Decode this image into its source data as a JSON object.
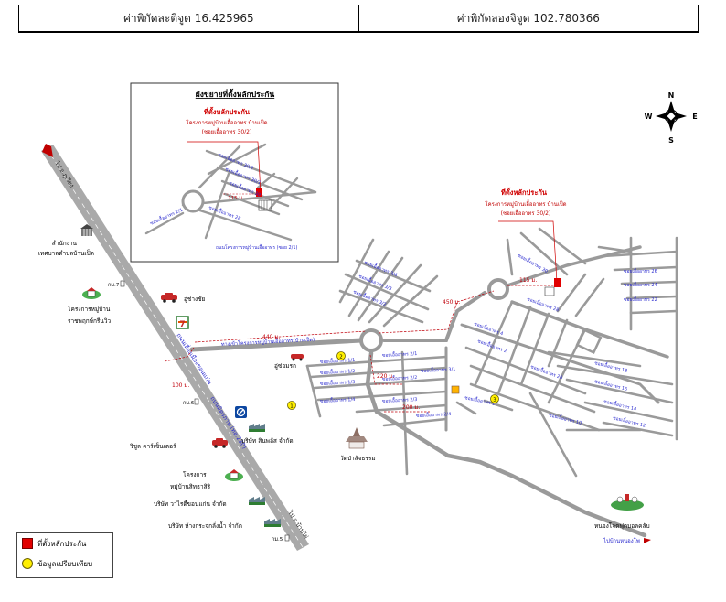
{
  "coords": {
    "latitude": "ค่าพิกัดละติจูด 16.425965",
    "longitude": "ค่าพิกัดลองจิจูด 102.780366"
  },
  "inset": {
    "title": "ผังขยายที่ตั้งหลักประกัน",
    "site_label": "ที่ตั้งหลักประกัน",
    "project": "โครงการหมู่บ้านเอื้ออาทร บ้านเป็ด",
    "soi": "(ซอยเอื้ออาทร 30/2)",
    "distance": "115 ม.",
    "main_road": "ถนนโครงการหมู่บ้านเอื้ออาทร (ซอย 2/1)",
    "soi_labels": [
      "ซอยเอื้ออาทร 30/2",
      "ซอยเอื้ออาทร 30/1",
      "ซอยเอื้ออาทร 30",
      "ซอยเอื้ออาทร 28",
      "ซอยเอื้ออาทร 2/1"
    ]
  },
  "compass": {
    "n": "N",
    "s": "S",
    "e": "E",
    "w": "W"
  },
  "site": {
    "label": "ที่ตั้งหลักประกัน",
    "project": "โครงการหมู่บ้านเอื้ออาทร บ้านเป็ด",
    "soi": "(ซอยเอื้ออาทร 30/2)",
    "distance": "115 ม."
  },
  "roads": {
    "highway_north": "ไป อ.ภูเวียง",
    "highway_south": "ไป อ.บ้านไผ่",
    "highway_name": "ถนนมิตรภาพ (ทล.230)",
    "bypass_name": "ถนนเลี่ยงเมืองขอนแก่น",
    "access_road": "ทางเข้าโครงการหมู่บ้านเอื้ออาทร(บ้านเป็ด)",
    "bottom_road": "ไปบ้านหนองโพ",
    "soi_labels": [
      "ซอยเอื้ออาทร 3/4",
      "ซอยเอื้ออาทร 3/3",
      "ซอยเอื้ออาทร 3/2",
      "ซอยเอื้ออาทร 3/1",
      "ซอยเอื้ออาทร 2/4",
      "ซอยเอื้ออาทร 2/3",
      "ซอยเอื้ออาทร 2/2",
      "ซอยเอื้ออาทร 2/1",
      "ซอยเอื้ออาทร 1/4",
      "ซอยเอื้ออาทร 1/3",
      "ซอยเอื้ออาทร 1/2",
      "ซอยเอื้ออาทร 1/1",
      "ซอยเอื้ออาทร 30",
      "ซอยเอื้ออาทร 28",
      "ซอยเอื้ออาทร 26",
      "ซอยเอื้ออาทร 24",
      "ซอยเอื้ออาทร 22",
      "ซอยเอื้ออาทร 20",
      "ซอยเอื้ออาทร 18",
      "ซอยเอื้ออาทร 16",
      "ซอยเอื้ออาทร 14",
      "ซอยเอื้ออาทร 12",
      "ซอยเอื้ออาทร 10",
      "ซอยเอื้ออาทร 4",
      "ซอยเอื้ออาทร 2",
      "ซอยเอื้ออาทร 1"
    ]
  },
  "distances": {
    "d440": "440 ม.",
    "d450": "450 ม.",
    "d100": "100 ม.",
    "d220": "220 ม.",
    "d200": "200 ม."
  },
  "landmarks": {
    "office_line1": "สำนักงาน",
    "office_line2": "เทศบาลตำบลบ้านเป็ด",
    "km7": "กม.7",
    "km6": "กม.6",
    "km5": "กม.5",
    "project_ratchapruek_1": "โครงการหมู่บ้าน",
    "project_ratchapruek_2": "ราชพฤกษ์กรีนวิว",
    "garage": "อู่ช่างชัย",
    "repair": "อู่ซ่อมรถ",
    "car_center": "วิชูล คาร์เซ็นเตอร์",
    "factory_sinphon": "บริษัท สินพลัส จำกัด",
    "project_sitthasiri_1": "โครงการ",
    "project_sitthasiri_2": "หมู่บ้านสิทธาสิริ",
    "company_variety": "บริษัท วาไรตี้ขอนแก่น จำกัด",
    "company_glass": "บริษัท ห้างกระจกลั่งน้ำ จำกัด",
    "temple": "วัดป่าสัจธรรม",
    "football": "หนองโจดฟุตบอลคลับ",
    "marker1": "1",
    "marker2": "2",
    "marker3": "3",
    "seven_eleven": "7"
  },
  "legend": {
    "site": "ที่ตั้งหลักประกัน",
    "comparison": "ข้อมูลเปรียบเทียบ"
  },
  "colors": {
    "highway": "#a9a9a9",
    "road": "#9a9a9a",
    "road_label": "#2b2bcf",
    "dim_red": "#c0000a",
    "site_red": "#e10000",
    "marker_yellow": "#ffef00"
  }
}
